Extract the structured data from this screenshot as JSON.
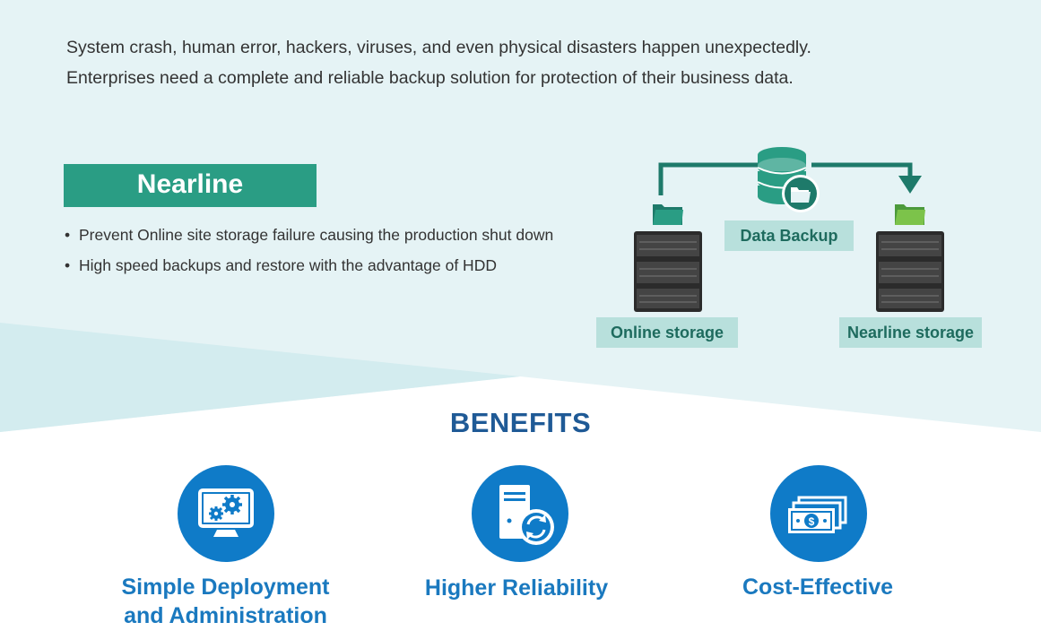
{
  "intro": {
    "line1": "System crash, human error, hackers, viruses, and even physical disasters happen unexpectedly.",
    "line2": "Enterprises need a complete and reliable backup solution for protection of their business data."
  },
  "nearline": {
    "title": "Nearline",
    "bullets": [
      "Prevent Online site storage failure causing the production shut down",
      "High speed backups and restore with the advantage of HDD"
    ]
  },
  "diagram": {
    "data_backup_label": "Data Backup",
    "online_label": "Online storage",
    "nearline_label": "Nearline storage"
  },
  "benefits": {
    "title": "BENEFITS",
    "items": [
      {
        "line1": "Simple Deployment",
        "line2": "and Administration",
        "icon": "monitor-gears-icon"
      },
      {
        "line1": "Higher Reliability",
        "line2": "",
        "icon": "server-sync-icon"
      },
      {
        "line1": "Cost-Effective",
        "line2": "",
        "icon": "cash-stack-icon"
      }
    ]
  },
  "colors": {
    "background_top": "#e5f3f5",
    "teal": "#2a9d84",
    "label_bg": "#b8e0dc",
    "benefit_blue": "#0f7bc8",
    "title_blue": "#1f5a96"
  }
}
